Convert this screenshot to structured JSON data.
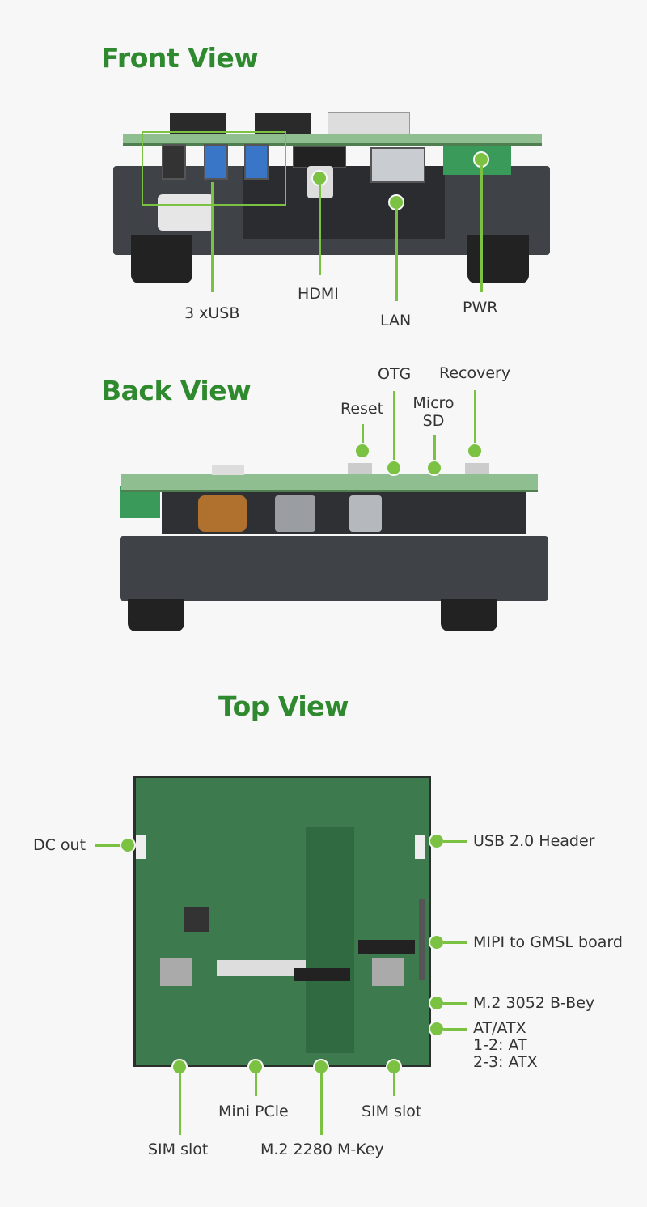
{
  "front": {
    "title": "Front View",
    "labels": {
      "usb": "3 xUSB",
      "hdmi": "HDMI",
      "lan": "LAN",
      "pwr": "PWR"
    }
  },
  "back": {
    "title": "Back View",
    "labels": {
      "otg": "OTG",
      "reset": "Reset",
      "micro_sd_1": "Micro",
      "micro_sd_2": "SD",
      "recovery": "Recovery"
    }
  },
  "top": {
    "title": "Top View",
    "labels": {
      "dc_out": "DC out",
      "usb_header": "USB 2.0 Header",
      "mipi": "MIPI to GMSL board",
      "m2_3052": "M.2 3052 B-Bey",
      "at_atx_1": "AT/ATX",
      "at_atx_2": "1-2: AT",
      "at_atx_3": "2-3: ATX",
      "sim_left": "SIM slot",
      "mini_pcie": "Mini PCle",
      "m2_2280": "M.2 2280 M-Key",
      "sim_right": "SIM slot"
    }
  },
  "colors": {
    "title": "#2f8a2f",
    "accent": "#7cc242",
    "text": "#333333"
  }
}
